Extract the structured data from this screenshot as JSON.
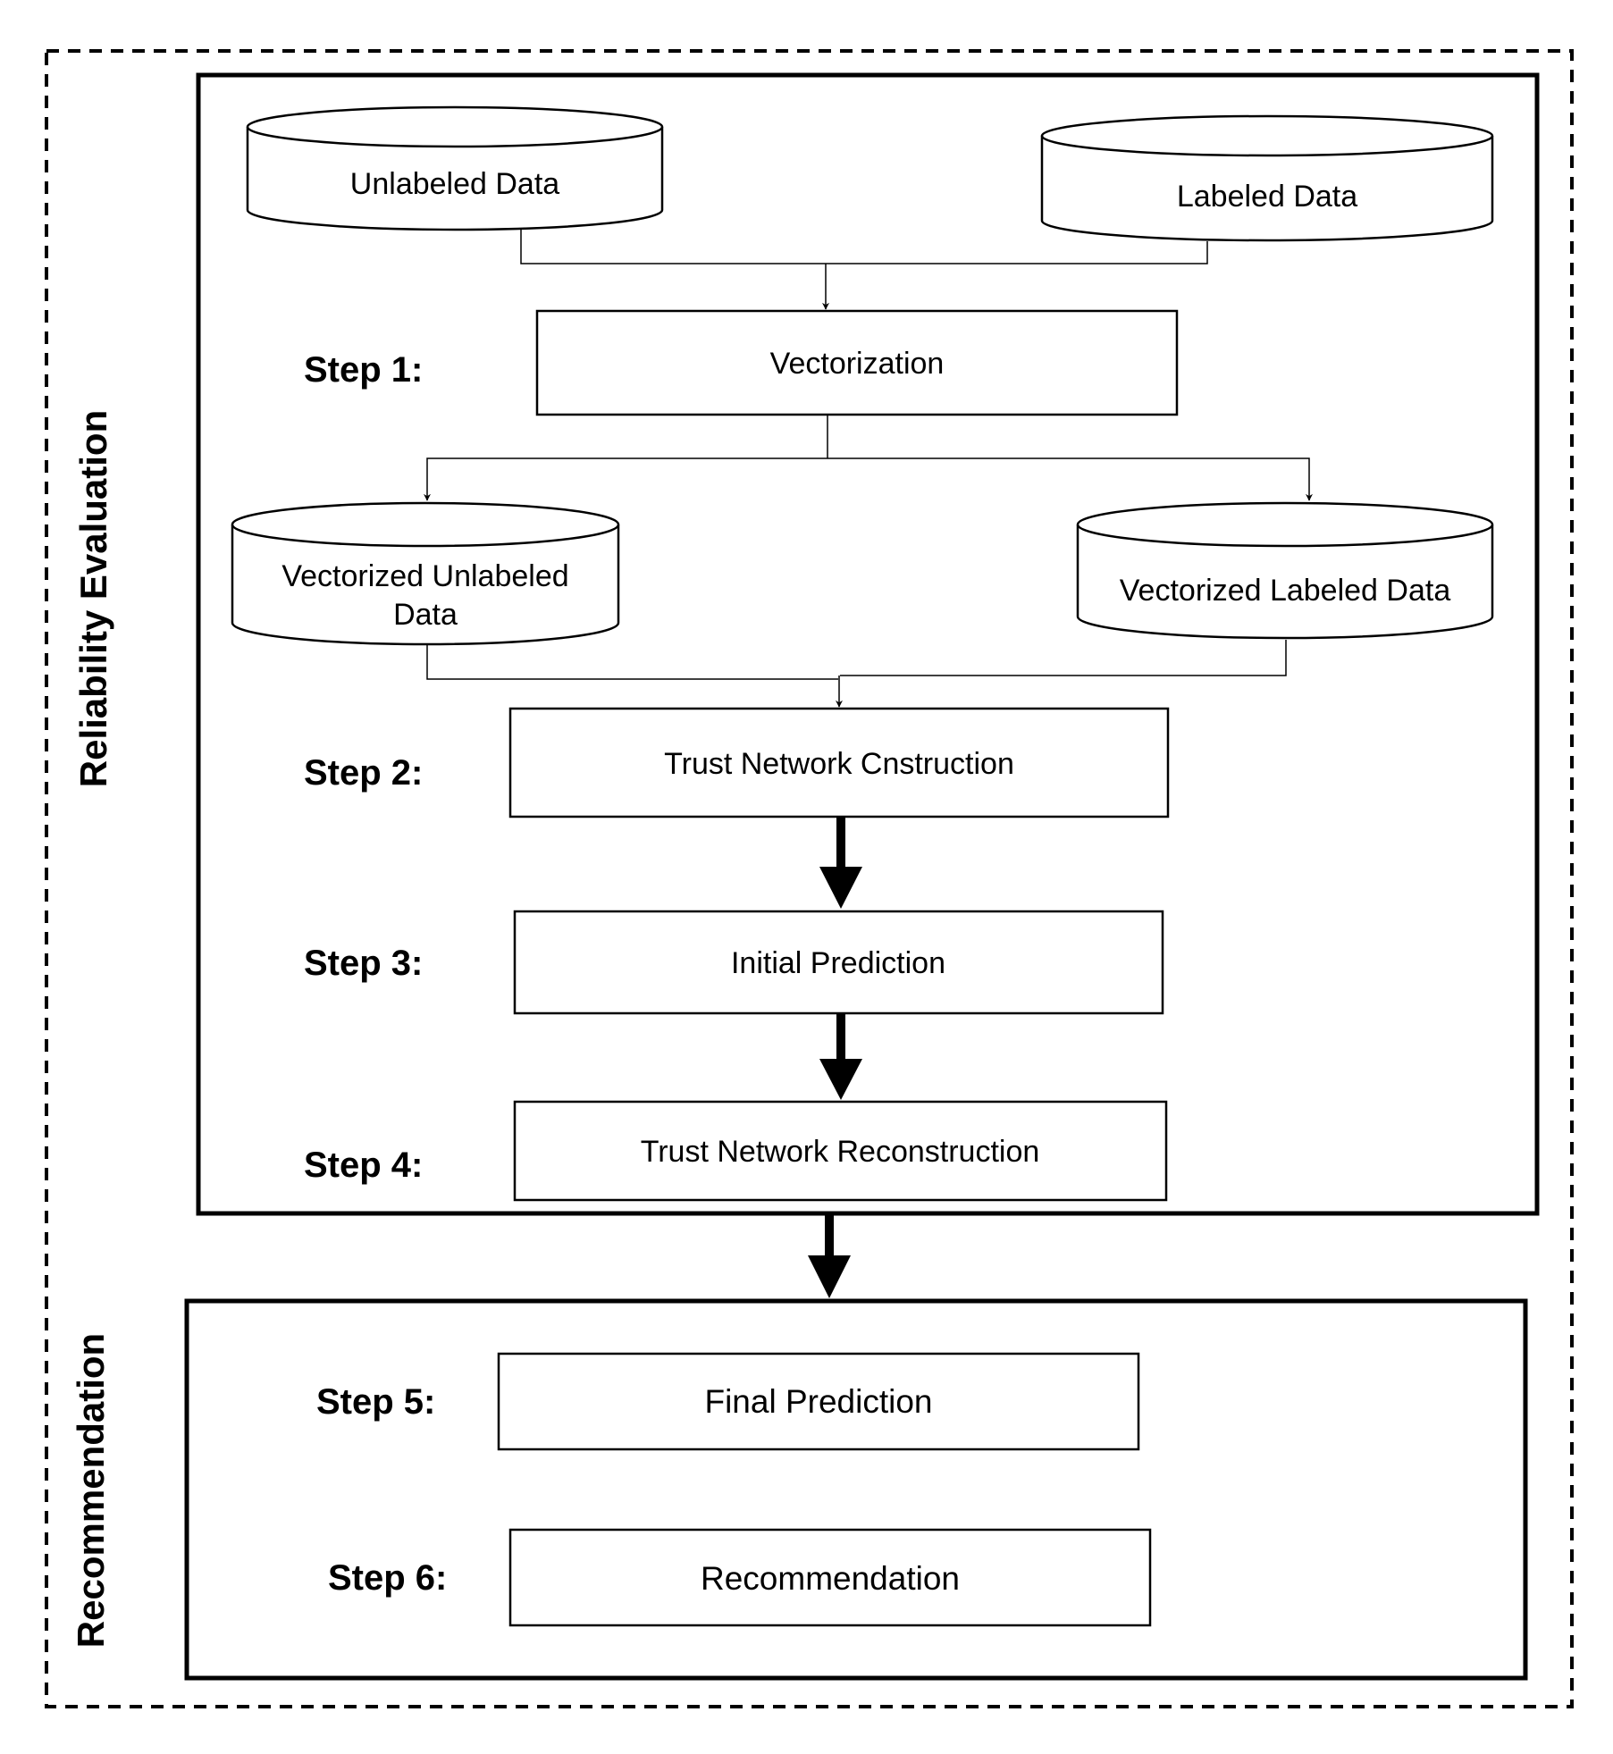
{
  "groups": {
    "reliability": "Reliability Evaluation",
    "recommendation": "Recommendation"
  },
  "data_stores": {
    "unlabeled": "Unlabeled Data",
    "labeled": "Labeled Data",
    "vec_unlabeled_line1": "Vectorized Unlabeled",
    "vec_unlabeled_line2": "Data",
    "vec_labeled": "Vectorized Labeled Data"
  },
  "steps": {
    "s1": "Step 1:",
    "s2": "Step 2:",
    "s3": "Step 3:",
    "s4": "Step 4:",
    "s5": "Step 5:",
    "s6": "Step 6:"
  },
  "processes": {
    "p1": "Vectorization",
    "p2": "Trust  Network Cnstruction",
    "p3": "Initial Prediction",
    "p4": "Trust  Network Reconstruction",
    "p5": "Final Prediction",
    "p6": "Recommendation"
  }
}
